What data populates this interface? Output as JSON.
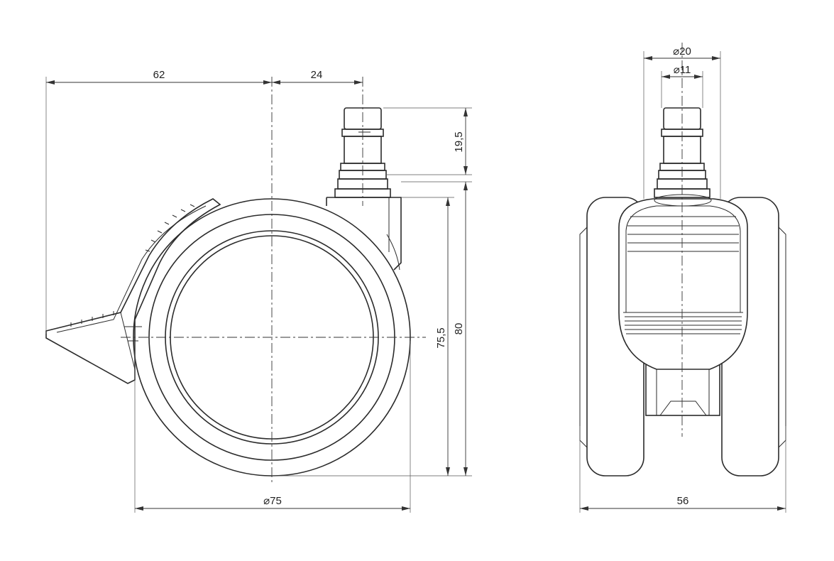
{
  "dimensions": {
    "d62": "62",
    "d24": "24",
    "d19_5": "19,5",
    "d75_5": "75,5",
    "d80": "80",
    "dia75": "⌀75",
    "dia20": "⌀20",
    "dia11": "⌀11",
    "d56": "56"
  },
  "colors": {
    "line": "#2b2b2b",
    "background": "#ffffff"
  }
}
